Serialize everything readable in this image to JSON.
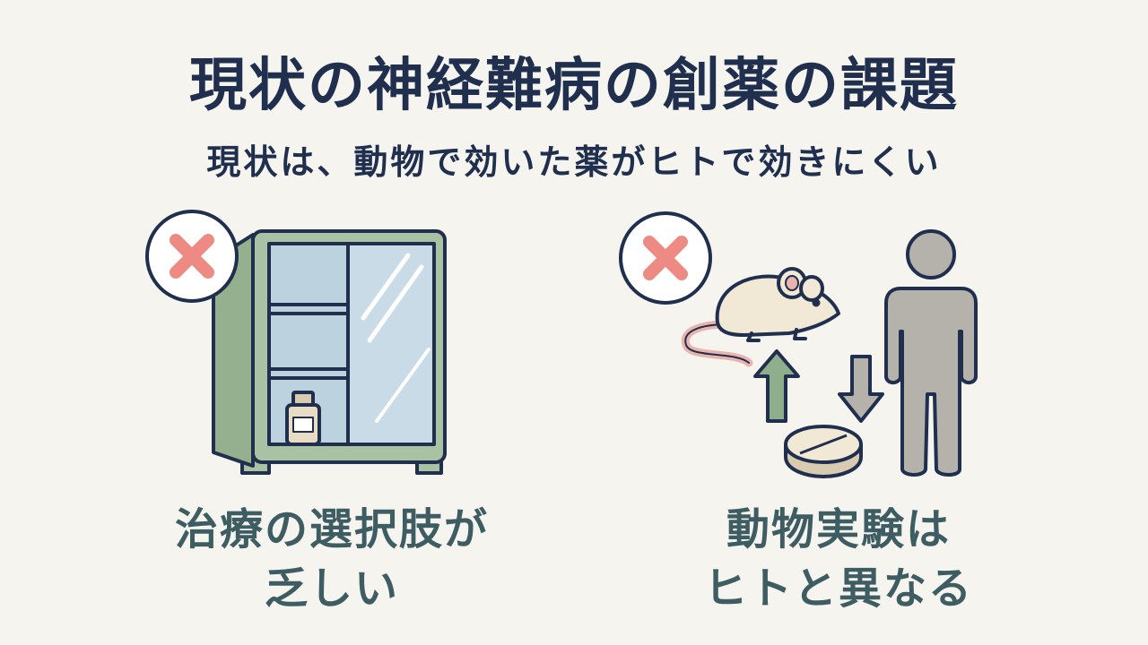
{
  "title": "現状の神経難病の創薬の課題",
  "subtitle": "現状は、動物で効いた薬がヒトで効きにくい",
  "left_panel": {
    "caption_line1": "治療の選択肢が",
    "caption_line2": "乏しい",
    "status_icon": "cross-mark-icon",
    "illustration": "empty-medicine-cabinet"
  },
  "right_panel": {
    "caption_line1": "動物実験は",
    "caption_line2": "ヒトと異なる",
    "status_icon": "cross-mark-icon",
    "illustration": "mouse-pill-human"
  },
  "colors": {
    "title": "#1f2f4d",
    "caption": "#3e5d62",
    "cross": "#ee8a84",
    "cabinet": "#a9c2a3",
    "glass": "#bcd3df",
    "human": "#b5b2ab",
    "arrow": "#8fae8c",
    "background": "#f6f4ef"
  }
}
